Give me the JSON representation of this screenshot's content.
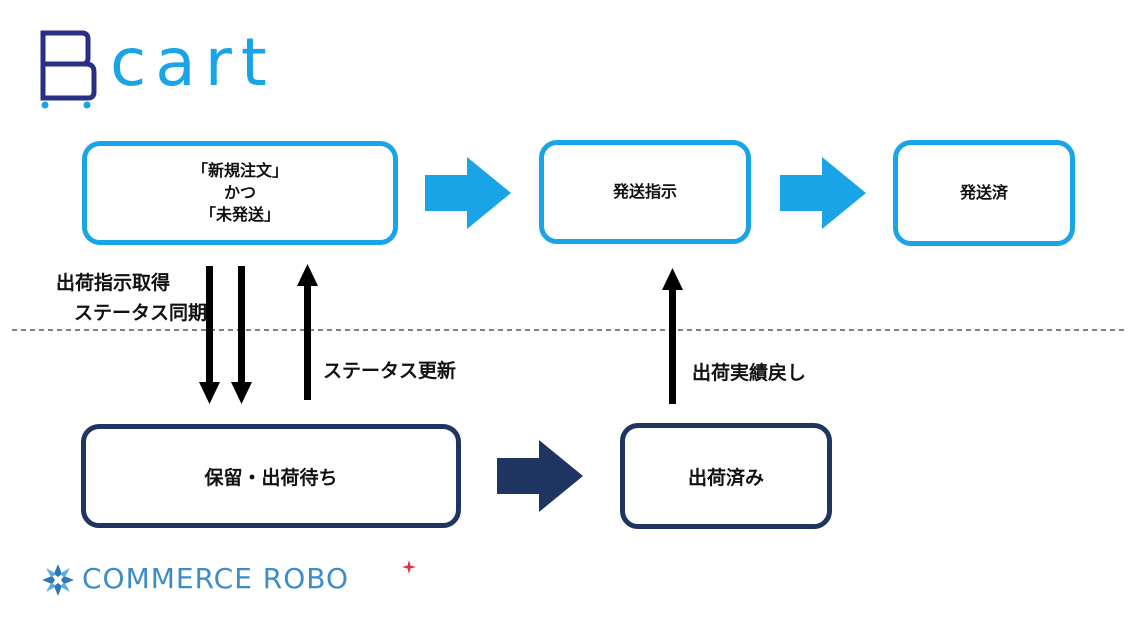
{
  "logos": {
    "top_logo": {
      "text": "cart",
      "mark": "B-cart-mark",
      "color": "#1aa4e8",
      "mark_color": "#2a2f86"
    },
    "bottom_logo": {
      "text": "COMMERCE ROBO",
      "mark": "snowflake-mark",
      "color": "#3c8cc8",
      "star_color": "#e0303a"
    }
  },
  "nodes": {
    "new_order": {
      "lines": [
        "「新規注文」",
        "かつ",
        "「未発送」"
      ]
    },
    "shipping_instructed": {
      "label": "発送指示"
    },
    "shipped": {
      "label": "発送済"
    },
    "on_hold_awaiting_shipment": {
      "label": "保留・出荷待ち"
    },
    "shipment_done": {
      "label": "出荷済み"
    }
  },
  "edge_labels": {
    "fetch_instructions": "出荷指示取得",
    "status_sync": "ステータス同期",
    "status_update": "ステータス更新",
    "return_results": "出荷実績戻し"
  },
  "colors": {
    "top_border": "#1aa4e8",
    "bottom_border": "#1e3461",
    "top_arrow": "#1aa4e8",
    "bottom_arrow": "#1e3461",
    "line_arrow": "#000000"
  }
}
